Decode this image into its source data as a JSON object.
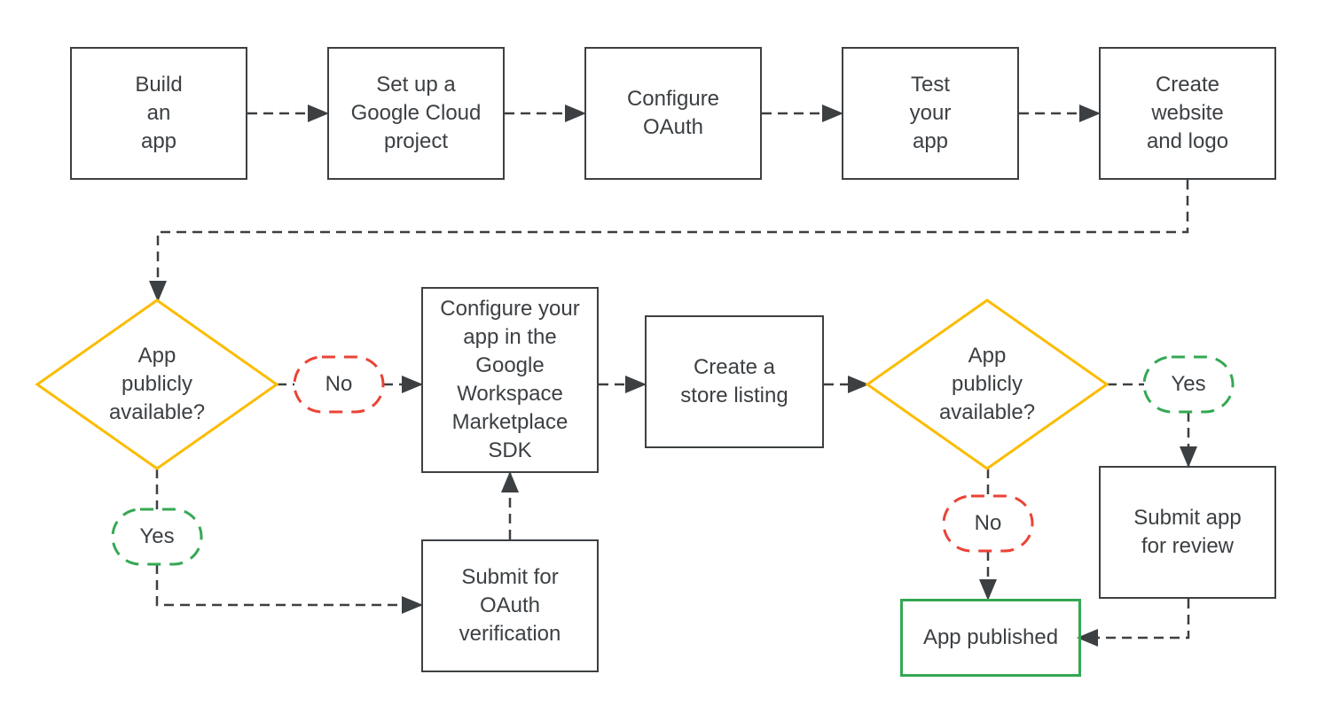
{
  "colors": {
    "outline": "#3c4043",
    "text": "#3c4043",
    "yellow": "#fbbc04",
    "green": "#34a853",
    "red": "#ea4335",
    "background": "#ffffff"
  },
  "nodes": {
    "build_app": {
      "label": "Build\nan\napp",
      "type": "process"
    },
    "cloud_project": {
      "label": "Set up a\nGoogle Cloud\nproject",
      "type": "process"
    },
    "configure_oauth": {
      "label": "Configure\nOAuth",
      "type": "process"
    },
    "test_app": {
      "label": "Test\nyour\napp",
      "type": "process"
    },
    "website_logo": {
      "label": "Create\nwebsite\nand logo",
      "type": "process"
    },
    "decision_1": {
      "label": "App\npublicly\navailable?",
      "type": "decision"
    },
    "no_1": {
      "label": "No",
      "type": "answer-no"
    },
    "yes_1": {
      "label": "Yes",
      "type": "answer-yes"
    },
    "configure_sdk": {
      "label": "Configure your\napp in the\nGoogle\nWorkspace\nMarketplace\nSDK",
      "type": "process"
    },
    "store_listing": {
      "label": "Create a\nstore listing",
      "type": "process"
    },
    "decision_2": {
      "label": "App\npublicly\navailable?",
      "type": "decision"
    },
    "yes_2": {
      "label": "Yes",
      "type": "answer-yes"
    },
    "no_2": {
      "label": "No",
      "type": "answer-no"
    },
    "submit_oauth": {
      "label": "Submit for\nOAuth\nverification",
      "type": "process"
    },
    "submit_review": {
      "label": "Submit app\nfor review",
      "type": "process"
    },
    "app_published": {
      "label": "App published",
      "type": "terminal-success"
    }
  }
}
